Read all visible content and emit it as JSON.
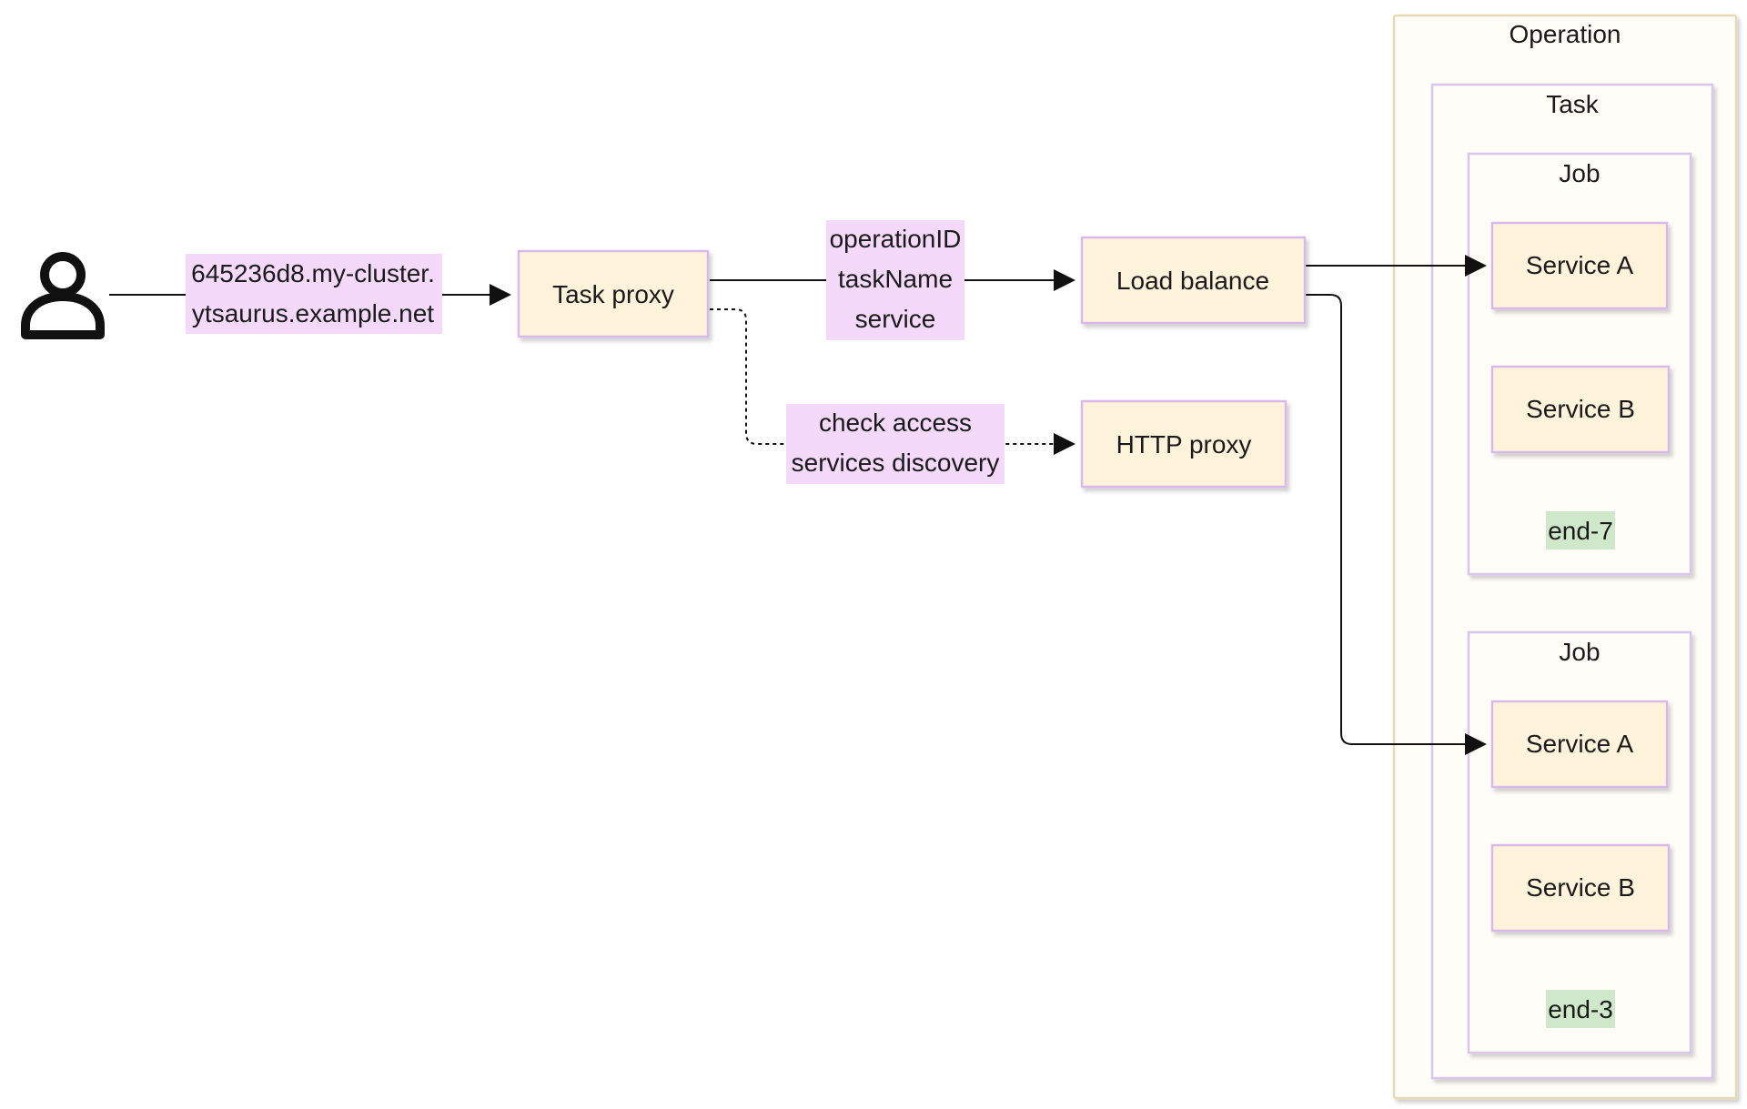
{
  "colors": {
    "node_fill": "#fff3dc",
    "node_stroke": "#d9b8ea",
    "label_bg": "#f4d9fb",
    "end_bg": "#cfe8c9",
    "container_fill": "#fffdf7",
    "container_stroke": "#ead9b6",
    "inner_stroke": "#d8c6ef",
    "edge": "#111111"
  },
  "user": {
    "icon": "person-icon"
  },
  "edge_labels": {
    "endpoint": [
      "645236d8.my-cluster.",
      "ytsaurus.example.net"
    ],
    "routing": [
      "operationID",
      "taskName",
      "service"
    ],
    "checks": [
      "check access",
      "services discovery"
    ]
  },
  "nodes": {
    "task_proxy": "Task proxy",
    "load_balance": "Load balance",
    "http_proxy": "HTTP proxy"
  },
  "operation": {
    "title": "Operation",
    "task": {
      "title": "Task",
      "jobs": [
        {
          "title": "Job",
          "services": [
            "Service A",
            "Service B"
          ],
          "end": "end-7"
        },
        {
          "title": "Job",
          "services": [
            "Service A",
            "Service B"
          ],
          "end": "end-3"
        }
      ]
    }
  }
}
